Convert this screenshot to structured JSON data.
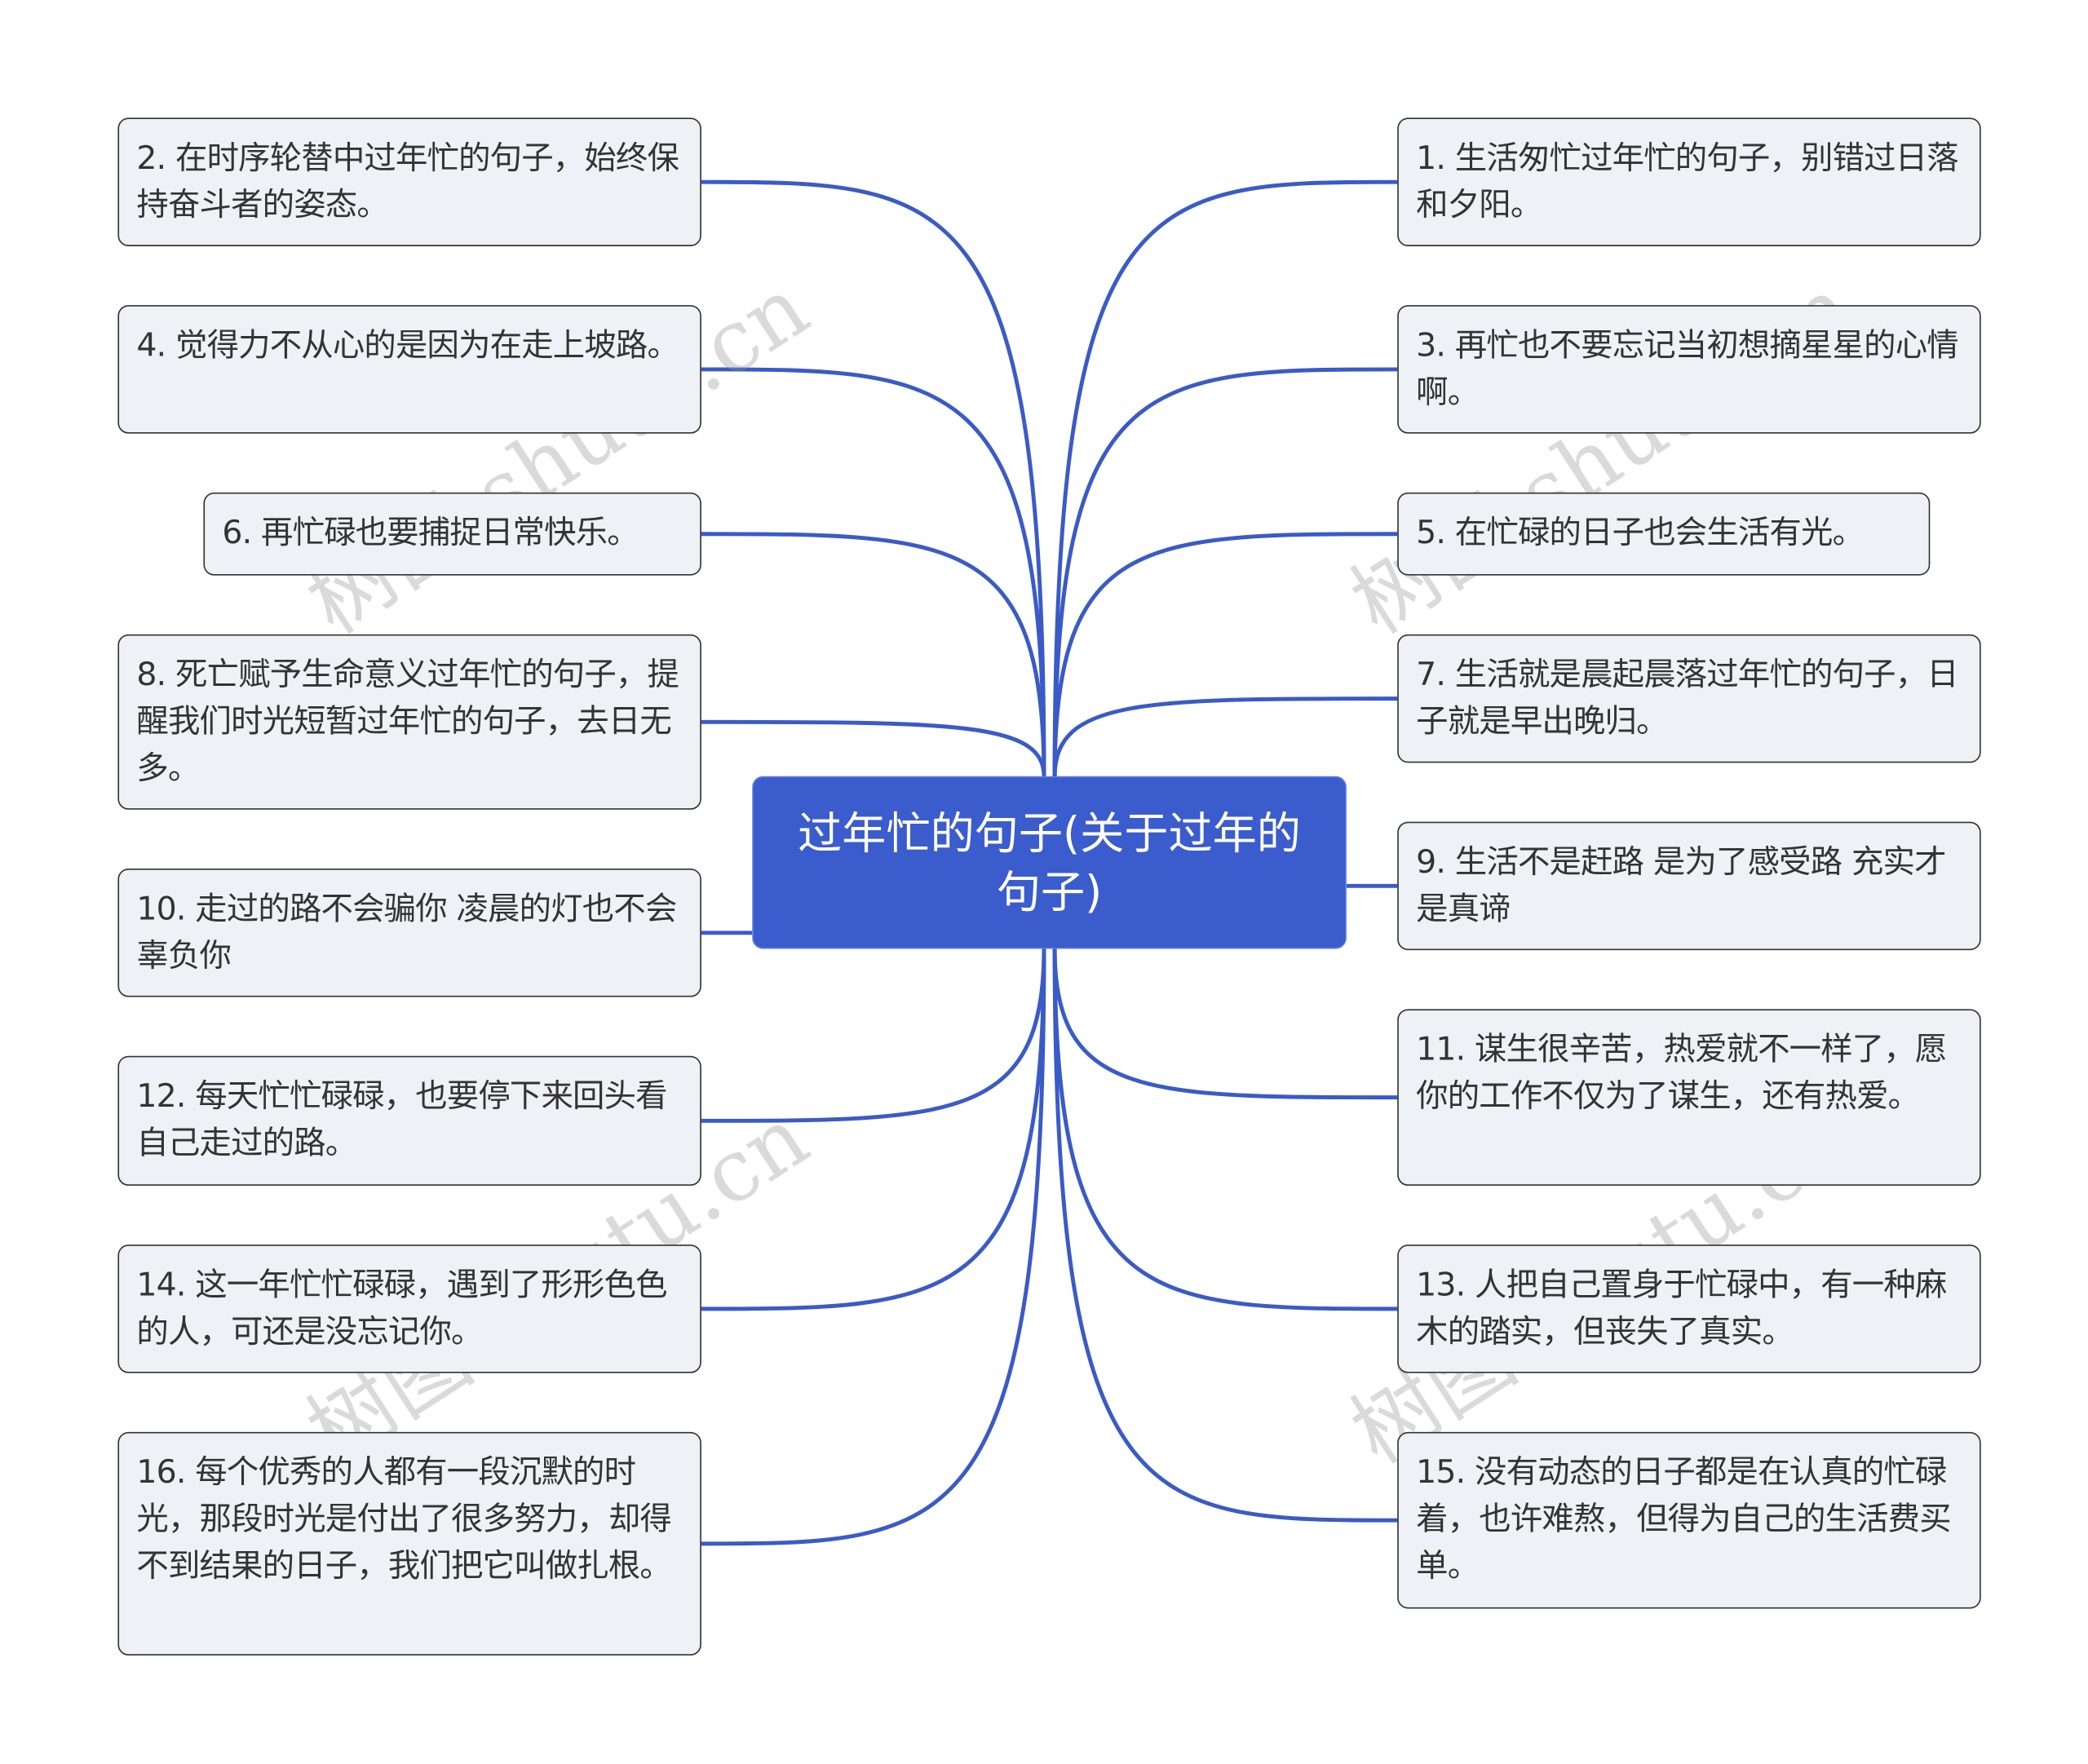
{
  "center": {
    "title": "过年忙的句子(关于过年的句子)"
  },
  "edge_color": "#3a5bc7",
  "center_color": "#3b5ccc",
  "left": [
    {
      "text": "2. 在时序轮替中过年忙的句子，始终保持奋斗者的姿态。"
    },
    {
      "text": "4. 觉得力不从心的是因为在走上坡路。"
    },
    {
      "text": "6. 再忙碌也要捕捉日常快乐。"
    },
    {
      "text": "8. 死亡赋予生命意义过年忙的句子，提醒我们时光短暂过年忙的句子，去日无多。"
    },
    {
      "text": "10. 走过的路不会骗你 凌晨的灯也不会辜负你"
    },
    {
      "text": "12. 每天忙忙碌碌，也要停下来回头看自己走过的路。"
    },
    {
      "text": "14. 这一年忙忙碌碌，遇到了形形色色的人，可还是没忘记你。"
    },
    {
      "text": "16. 每个优秀的人都有一段沉默的时光，那段时光是付出了很多努力，却得不到结果的日子，我们把它叫做扎根。"
    }
  ],
  "right": [
    {
      "text": "1. 生活匆忙过年忙的句子，别错过日落和夕阳。"
    },
    {
      "text": "3. 再忙也不要忘记当初想摘星星的心情啊。"
    },
    {
      "text": "5. 在忙碌的日子也会生活有光。"
    },
    {
      "text": "7. 生活就是晨起晨落过年忙的句子，日子就是早出晚归。"
    },
    {
      "text": "9. 生活不是赶路 是为了感受路 充实才是真谛"
    },
    {
      "text": "11. 谋生很辛苦，热爱就不一样了，愿你的工作不仅为了谋生，还有热爱。"
    },
    {
      "text": "13. 人把自己置身于忙碌中，有一种麻木的踏实，但丧失了真实。"
    },
    {
      "text": "15. 没有动态的日子都是在认真的忙碌着，也许难熬，但得为自己的生活费买单。"
    }
  ],
  "watermark": "树图 shutu.cn"
}
